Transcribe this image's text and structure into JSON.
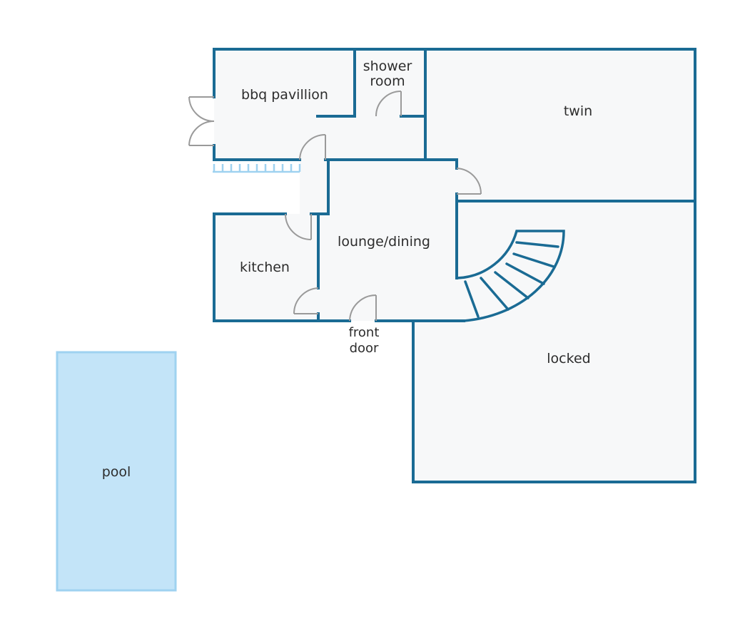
{
  "rooms": {
    "bbq": "bbq pavillion",
    "shower_line1": "shower",
    "shower_line2": "room",
    "twin": "twin",
    "kitchen": "kitchen",
    "lounge": "lounge/dining",
    "front_door_line1": "front",
    "front_door_line2": "door",
    "locked": "locked",
    "pool": "pool"
  },
  "colors": {
    "wall": "#1a6b94",
    "floor": "#f7f8f9",
    "door": "#9a9a9a",
    "pool_fill": "#c3e4f8",
    "pool_border": "#9fd2f0"
  }
}
